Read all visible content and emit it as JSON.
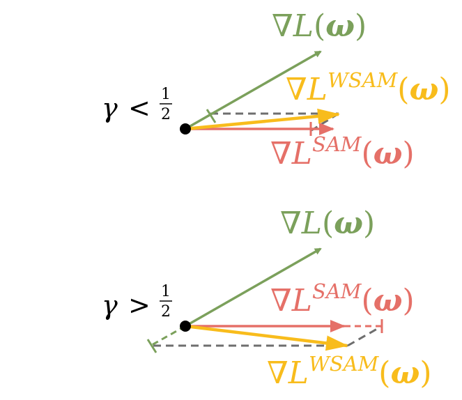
{
  "colors": {
    "grad_l": "#7ba05b",
    "grad_sam": "#e57068",
    "grad_wsam": "#f8bc1c",
    "guide": "#6e6e6e",
    "text": "#000000"
  },
  "panels": [
    {
      "id": "top",
      "condition": {
        "gamma": "γ",
        "rel": "<",
        "num": "1",
        "den": "2"
      },
      "label_l": {
        "nabla": "∇",
        "L": "L",
        "open": "(",
        "omega": "ω",
        "close": ")"
      },
      "label_wsam": {
        "nabla": "∇",
        "L": "L",
        "sup": "WSAM",
        "open": "(",
        "omega": "ω",
        "close": ")"
      },
      "label_sam": {
        "nabla": "∇",
        "L": "L",
        "sup": "SAM",
        "open": "(",
        "omega": "ω",
        "close": ")"
      }
    },
    {
      "id": "bottom",
      "condition": {
        "gamma": "γ",
        "rel": ">",
        "num": "1",
        "den": "2"
      },
      "label_l": {
        "nabla": "∇",
        "L": "L",
        "open": "(",
        "omega": "ω",
        "close": ")"
      },
      "label_sam": {
        "nabla": "∇",
        "L": "L",
        "sup": "SAM",
        "open": "(",
        "omega": "ω",
        "close": ")"
      },
      "label_wsam": {
        "nabla": "∇",
        "L": "L",
        "sup": "WSAM",
        "open": "(",
        "omega": "ω",
        "close": ")"
      }
    }
  ]
}
